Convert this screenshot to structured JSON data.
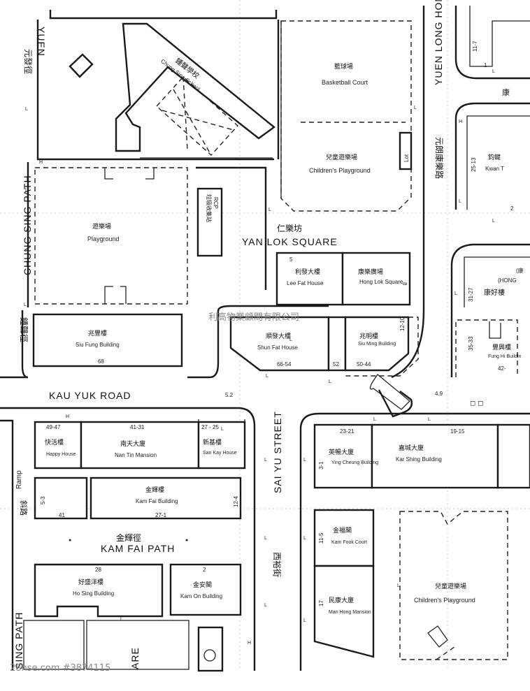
{
  "roads": {
    "yuen_top": "YUEN",
    "yuen_top_cn": "元發徑",
    "chung_sing_path": "CHUNG SING PATH",
    "chung_sing_path_cn": "鍾聲徑",
    "yuen_long_hong": "YUEN LONG HONG",
    "yuen_long_hong_cn": "元朗康樂路",
    "kau_yuk_road": "KAU YUK ROAD",
    "sai_yu_street": "SAI YU STREET",
    "sai_yu_street_cn": "西裕街",
    "kam_fai_path": "KAM FAI PATH",
    "kam_fai_path_cn": "金輝徑",
    "ramp": "Ramp",
    "ramp_cn": "斜路",
    "sing_path": "SING PATH",
    "are": "ARE"
  },
  "square": {
    "en": "YAN LOK SQUARE",
    "cn": "仁樂坊"
  },
  "places": {
    "chung_sing_school": {
      "cn": "鍾聲學校",
      "en": "Chung Sing School"
    },
    "basketball_court": {
      "cn": "籃球場",
      "en": "Basketball Court"
    },
    "childrens_playground_top": {
      "cn": "兒童遊樂場",
      "en": "Children's Playground"
    },
    "lot": "Lot",
    "playground": {
      "cn": "遊樂場",
      "en": "Playground"
    },
    "rcp": {
      "cn": "垃圾收集站",
      "en": "RCP"
    },
    "kwan_t": {
      "cn": "鈞鍵",
      "en": "Kwan T",
      "num": "25-13"
    },
    "hong_k": "(HONG",
    "hong_k_cn": "(康",
    "hong_k_num": "31-27",
    "hong_k_name_cn": "康好樓",
    "fung_hing": {
      "cn": "豐興樓",
      "en": "Fung Hi Buildin",
      "num": "35-33",
      "num2": "42-"
    },
    "lee_fat_house": {
      "cn": "利發大樓",
      "en": "Lee Fat House",
      "num": "5"
    },
    "hong_lok_square": {
      "cn": "康樂廣場",
      "en": "Hong Lok Square",
      "num": "8"
    },
    "siu_fung_building": {
      "cn": "兆豐樓",
      "en": "Siu Fung Building",
      "num": "68"
    },
    "shun_fat_house": {
      "cn": "順發大樓",
      "en": "Shun Fat House",
      "num": "66-54"
    },
    "siu_ming_building": {
      "cn": "兆明樓",
      "en": "Siu Ming Building",
      "num": "50-44",
      "num2": "52",
      "num3": "12-10"
    },
    "happy_house": {
      "cn": "快活樓",
      "en": "Happy House",
      "num": "49-47"
    },
    "nan_tin_mansion": {
      "cn": "南天大廈",
      "en": "Nan Tin Mansion",
      "num": "41-31"
    },
    "san_kay_house": {
      "cn": "新基樓",
      "en": "San Kay House",
      "num": "27 - 25"
    },
    "ying_cheung_building": {
      "cn": "英暢大廈",
      "en": "Ying Cheung Building",
      "num": "23-21",
      "num2": "3-1"
    },
    "kar_shing_building": {
      "cn": "嘉城大廈",
      "en": "Kar Shing Building",
      "num": "19-15"
    },
    "kam_fai_building": {
      "cn": "金輝樓",
      "en": "Kam Fai Building",
      "num": "27-1",
      "num2": "41",
      "num3": "5-3",
      "num4": "12-4"
    },
    "kam_fook_court": {
      "cn": "金福閣",
      "en": "Kam Fook Court",
      "num": "11-5"
    },
    "ho_sing_building": {
      "cn": "好盛洋樓",
      "en": "Ho Sing Building",
      "num": "28"
    },
    "kam_on_building": {
      "cn": "金安閣",
      "en": "Kam On Building",
      "num": "2"
    },
    "man_hong_mansion": {
      "cn": "民康大廈",
      "en": "Man Hong Mansion",
      "num": "17"
    },
    "childrens_playground_bottom": {
      "cn": "兒童遊樂場",
      "en": "Children's Playground"
    },
    "small_11_7": "11-7",
    "small_1": "1"
  },
  "levels": {
    "l_5_2": "5.2",
    "l_4_9": "4.9"
  },
  "watermark_agent": "利高物業顧問有限公司",
  "watermark_site": "28hse.com #3874115",
  "colors": {
    "ink": "#1a1a1a",
    "watermark": "#8a8a8a",
    "background": "#ffffff"
  }
}
